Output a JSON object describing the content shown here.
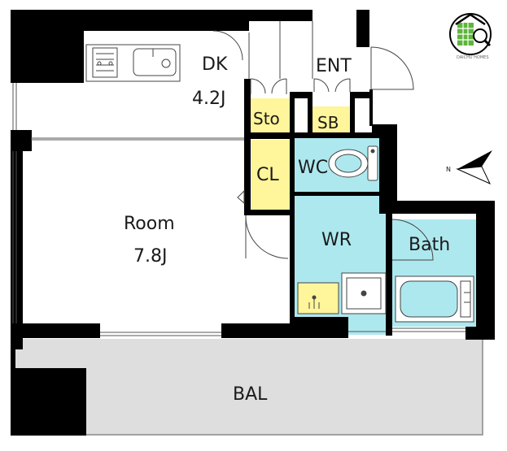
{
  "rooms": {
    "dk": {
      "name": "DK",
      "size": "4.2J"
    },
    "ent": {
      "name": "ENT"
    },
    "storage": {
      "name": "Sto"
    },
    "shoe_box": {
      "name": "SB"
    },
    "closet": {
      "name": "CL"
    },
    "wc": {
      "name": "WC"
    },
    "room": {
      "name": "Room",
      "size": "7.8J"
    },
    "wr": {
      "name": "WR"
    },
    "bath": {
      "name": "Bath"
    },
    "balcony": {
      "name": "BAL"
    }
  },
  "compass": {
    "label": "N"
  },
  "logo": {
    "text": "DAICHU HOMES"
  },
  "colors": {
    "wall": "#000000",
    "storage_yellow": "#fff59a",
    "wet_cyan": "#aee8ef",
    "balcony_gray": "#dedede",
    "logo_green": "#5fb53a"
  }
}
